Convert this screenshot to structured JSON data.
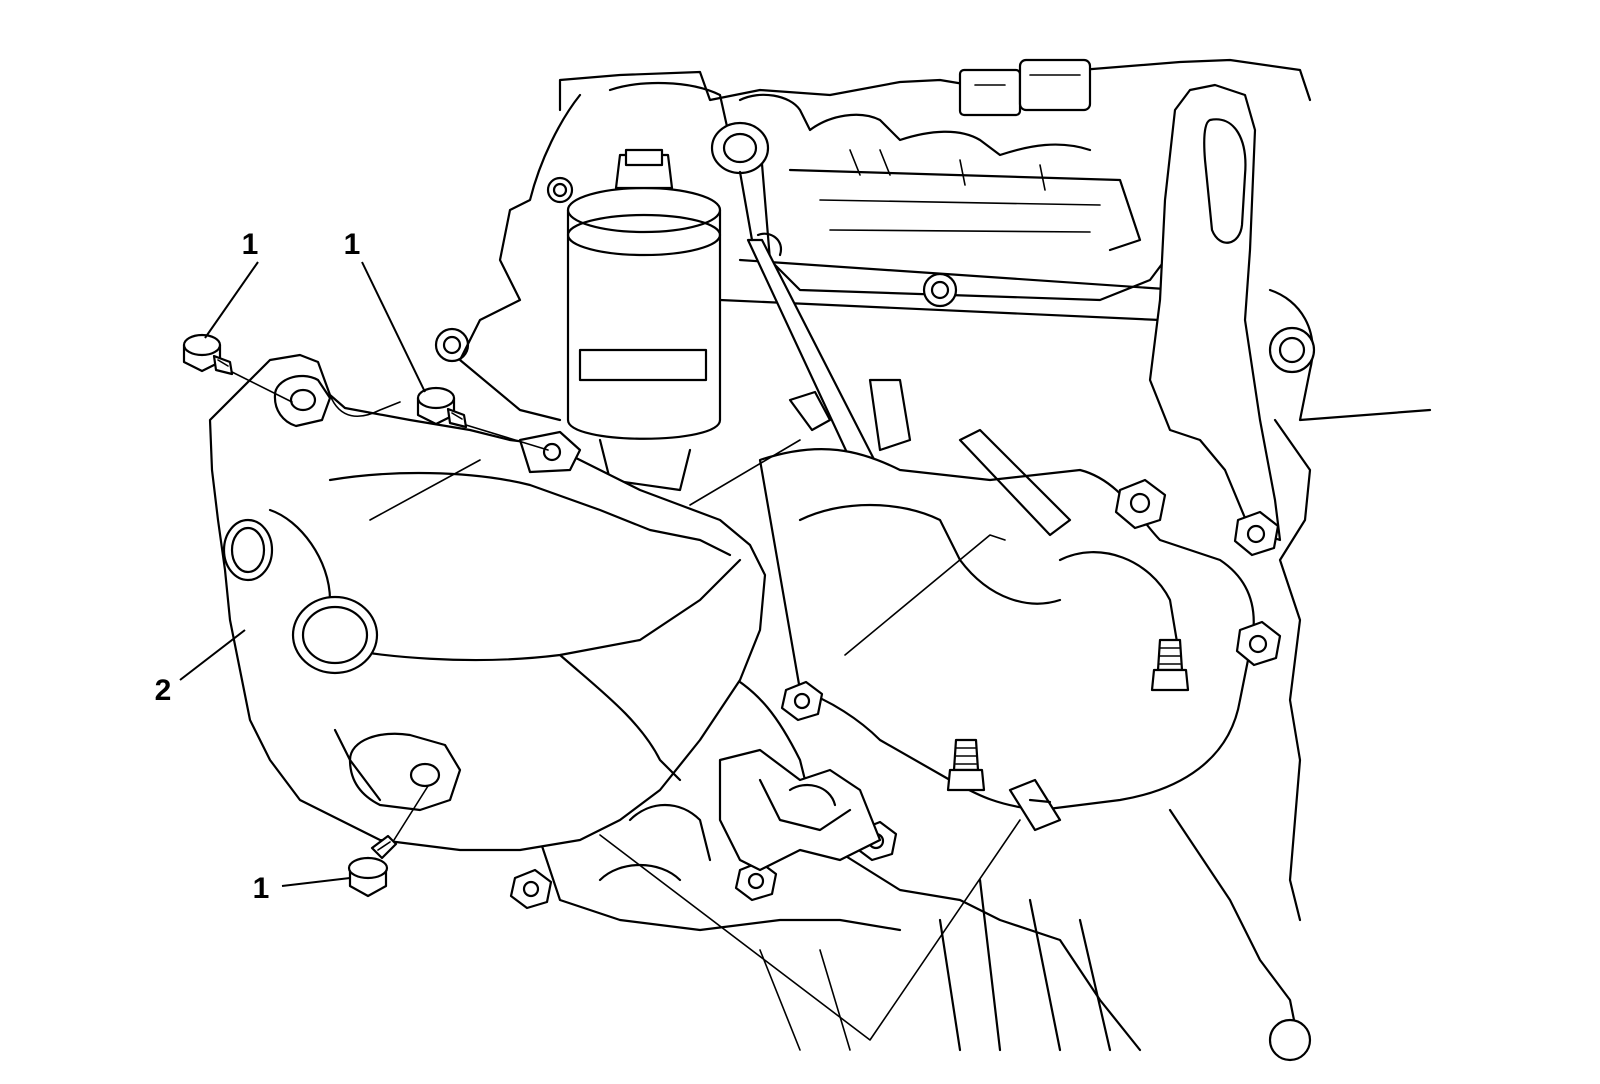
{
  "diagram": {
    "callouts": [
      {
        "id": "bolt-top-left",
        "label": "1"
      },
      {
        "id": "bolt-top-center",
        "label": "1"
      },
      {
        "id": "heat-shield",
        "label": "2"
      },
      {
        "id": "bolt-bottom",
        "label": "1"
      }
    ],
    "colors": {
      "line": "#000000",
      "background": "#ffffff"
    }
  }
}
